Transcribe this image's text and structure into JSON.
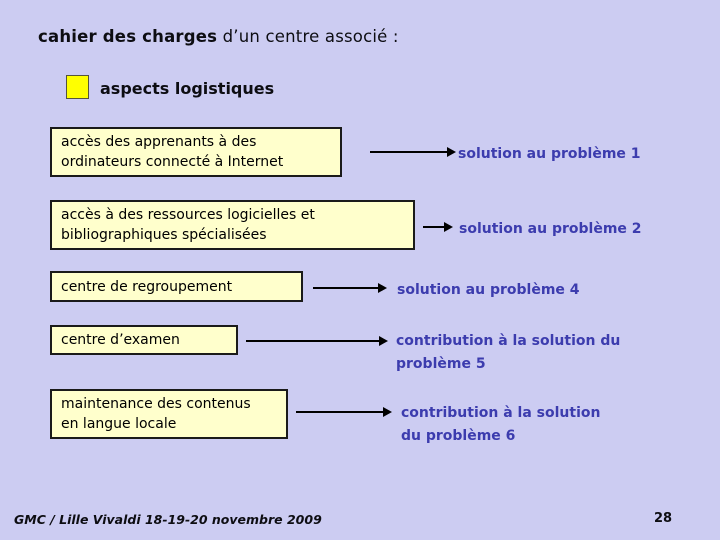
{
  "title": {
    "bold": "cahier des charges",
    "rest": " d’un centre associé :"
  },
  "legend": {
    "label": "aspects logistiques"
  },
  "rows": [
    {
      "box": "accès des apprenants à des\nordinateurs connecté à Internet",
      "label": "solution au problème 1"
    },
    {
      "box": "accès à des ressources logicielles et\nbibliographiques spécialisées",
      "label": "solution au problème 2"
    },
    {
      "box": "centre de regroupement",
      "label": "solution au problème 4"
    },
    {
      "box": "centre d’examen",
      "label": "contribution à la solution du\nproblème 5"
    },
    {
      "box": "maintenance des contenus\nen langue locale",
      "label": "contribution à la solution\ndu problème 6"
    }
  ],
  "footer": {
    "left": "GMC / Lille Vivaldi 18-19-20 novembre 2009",
    "page_number": "28"
  },
  "colors": {
    "background": "#CCCCF2",
    "box_fill": "#FFFFCC",
    "box_border": "#1A1A1A",
    "label_text": "#3C3CAE",
    "arrow": "#000000",
    "swatch": "#FFFF00",
    "ink": "#0D0D12"
  }
}
